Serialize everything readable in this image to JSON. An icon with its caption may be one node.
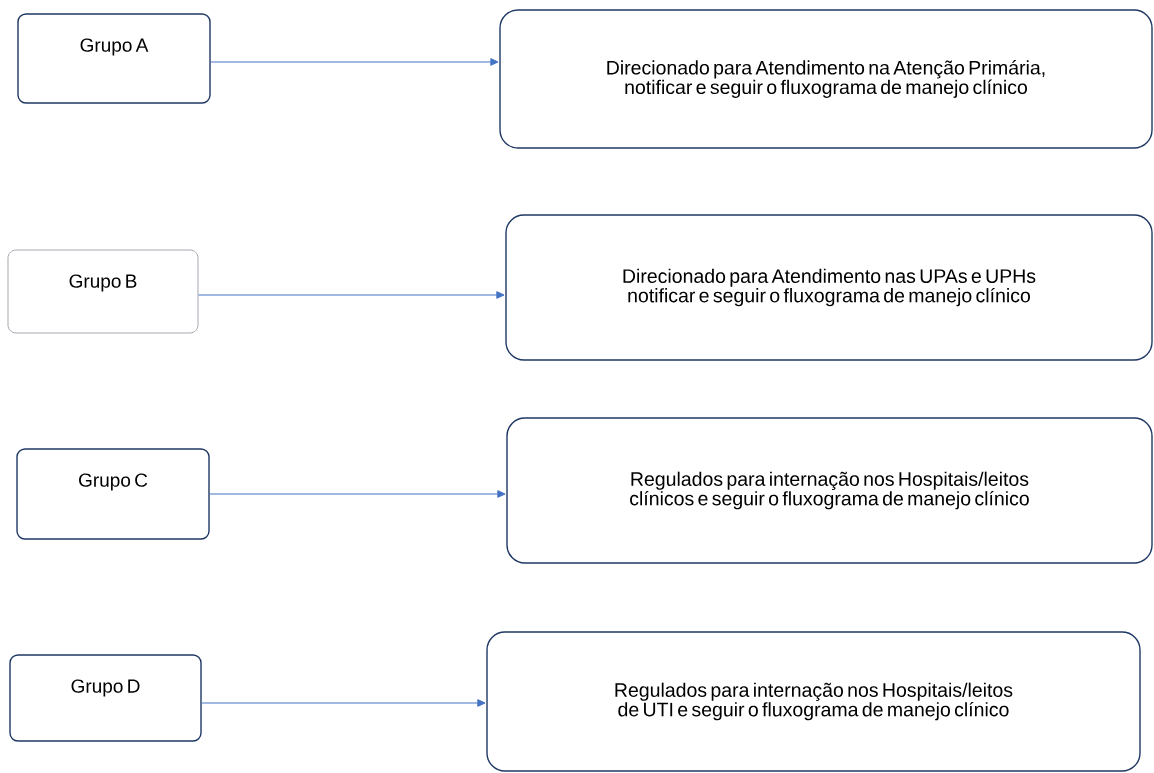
{
  "diagram": {
    "nodes": [
      {
        "text": [
          "Grupo A"
        ]
      },
      {
        "text": [
          "Direcionado para Atendimento na Atenção Primária, notificar e seguir o fluxograma de manejo clínico"
        ]
      },
      {
        "text": [
          "Grupo B"
        ]
      },
      {
        "text": [
          "Direcionado para Atendimento nas UPAs e UPHs notificar e seguir o fluxograma de manejo clínico"
        ]
      },
      {
        "text": [
          "Grupo C"
        ]
      },
      {
        "text": [
          "Regulados para internação nos Hospitais/leitos clínicos e seguir o fluxograma de manejo clínico"
        ]
      },
      {
        "text": [
          "Grupo D"
        ]
      },
      {
        "text": [
          "Regulados para internação nos Hospitais/leitos de UTI e seguir o fluxograma de manejo clínico"
        ]
      }
    ],
    "edges": [
      {
        "from": 0,
        "to": 1,
        "arrow": "to"
      },
      {
        "from": 2,
        "to": 3,
        "arrow": "to"
      },
      {
        "from": 4,
        "to": 5,
        "arrow": "to"
      },
      {
        "from": 6,
        "to": 7,
        "arrow": "to"
      }
    ]
  }
}
